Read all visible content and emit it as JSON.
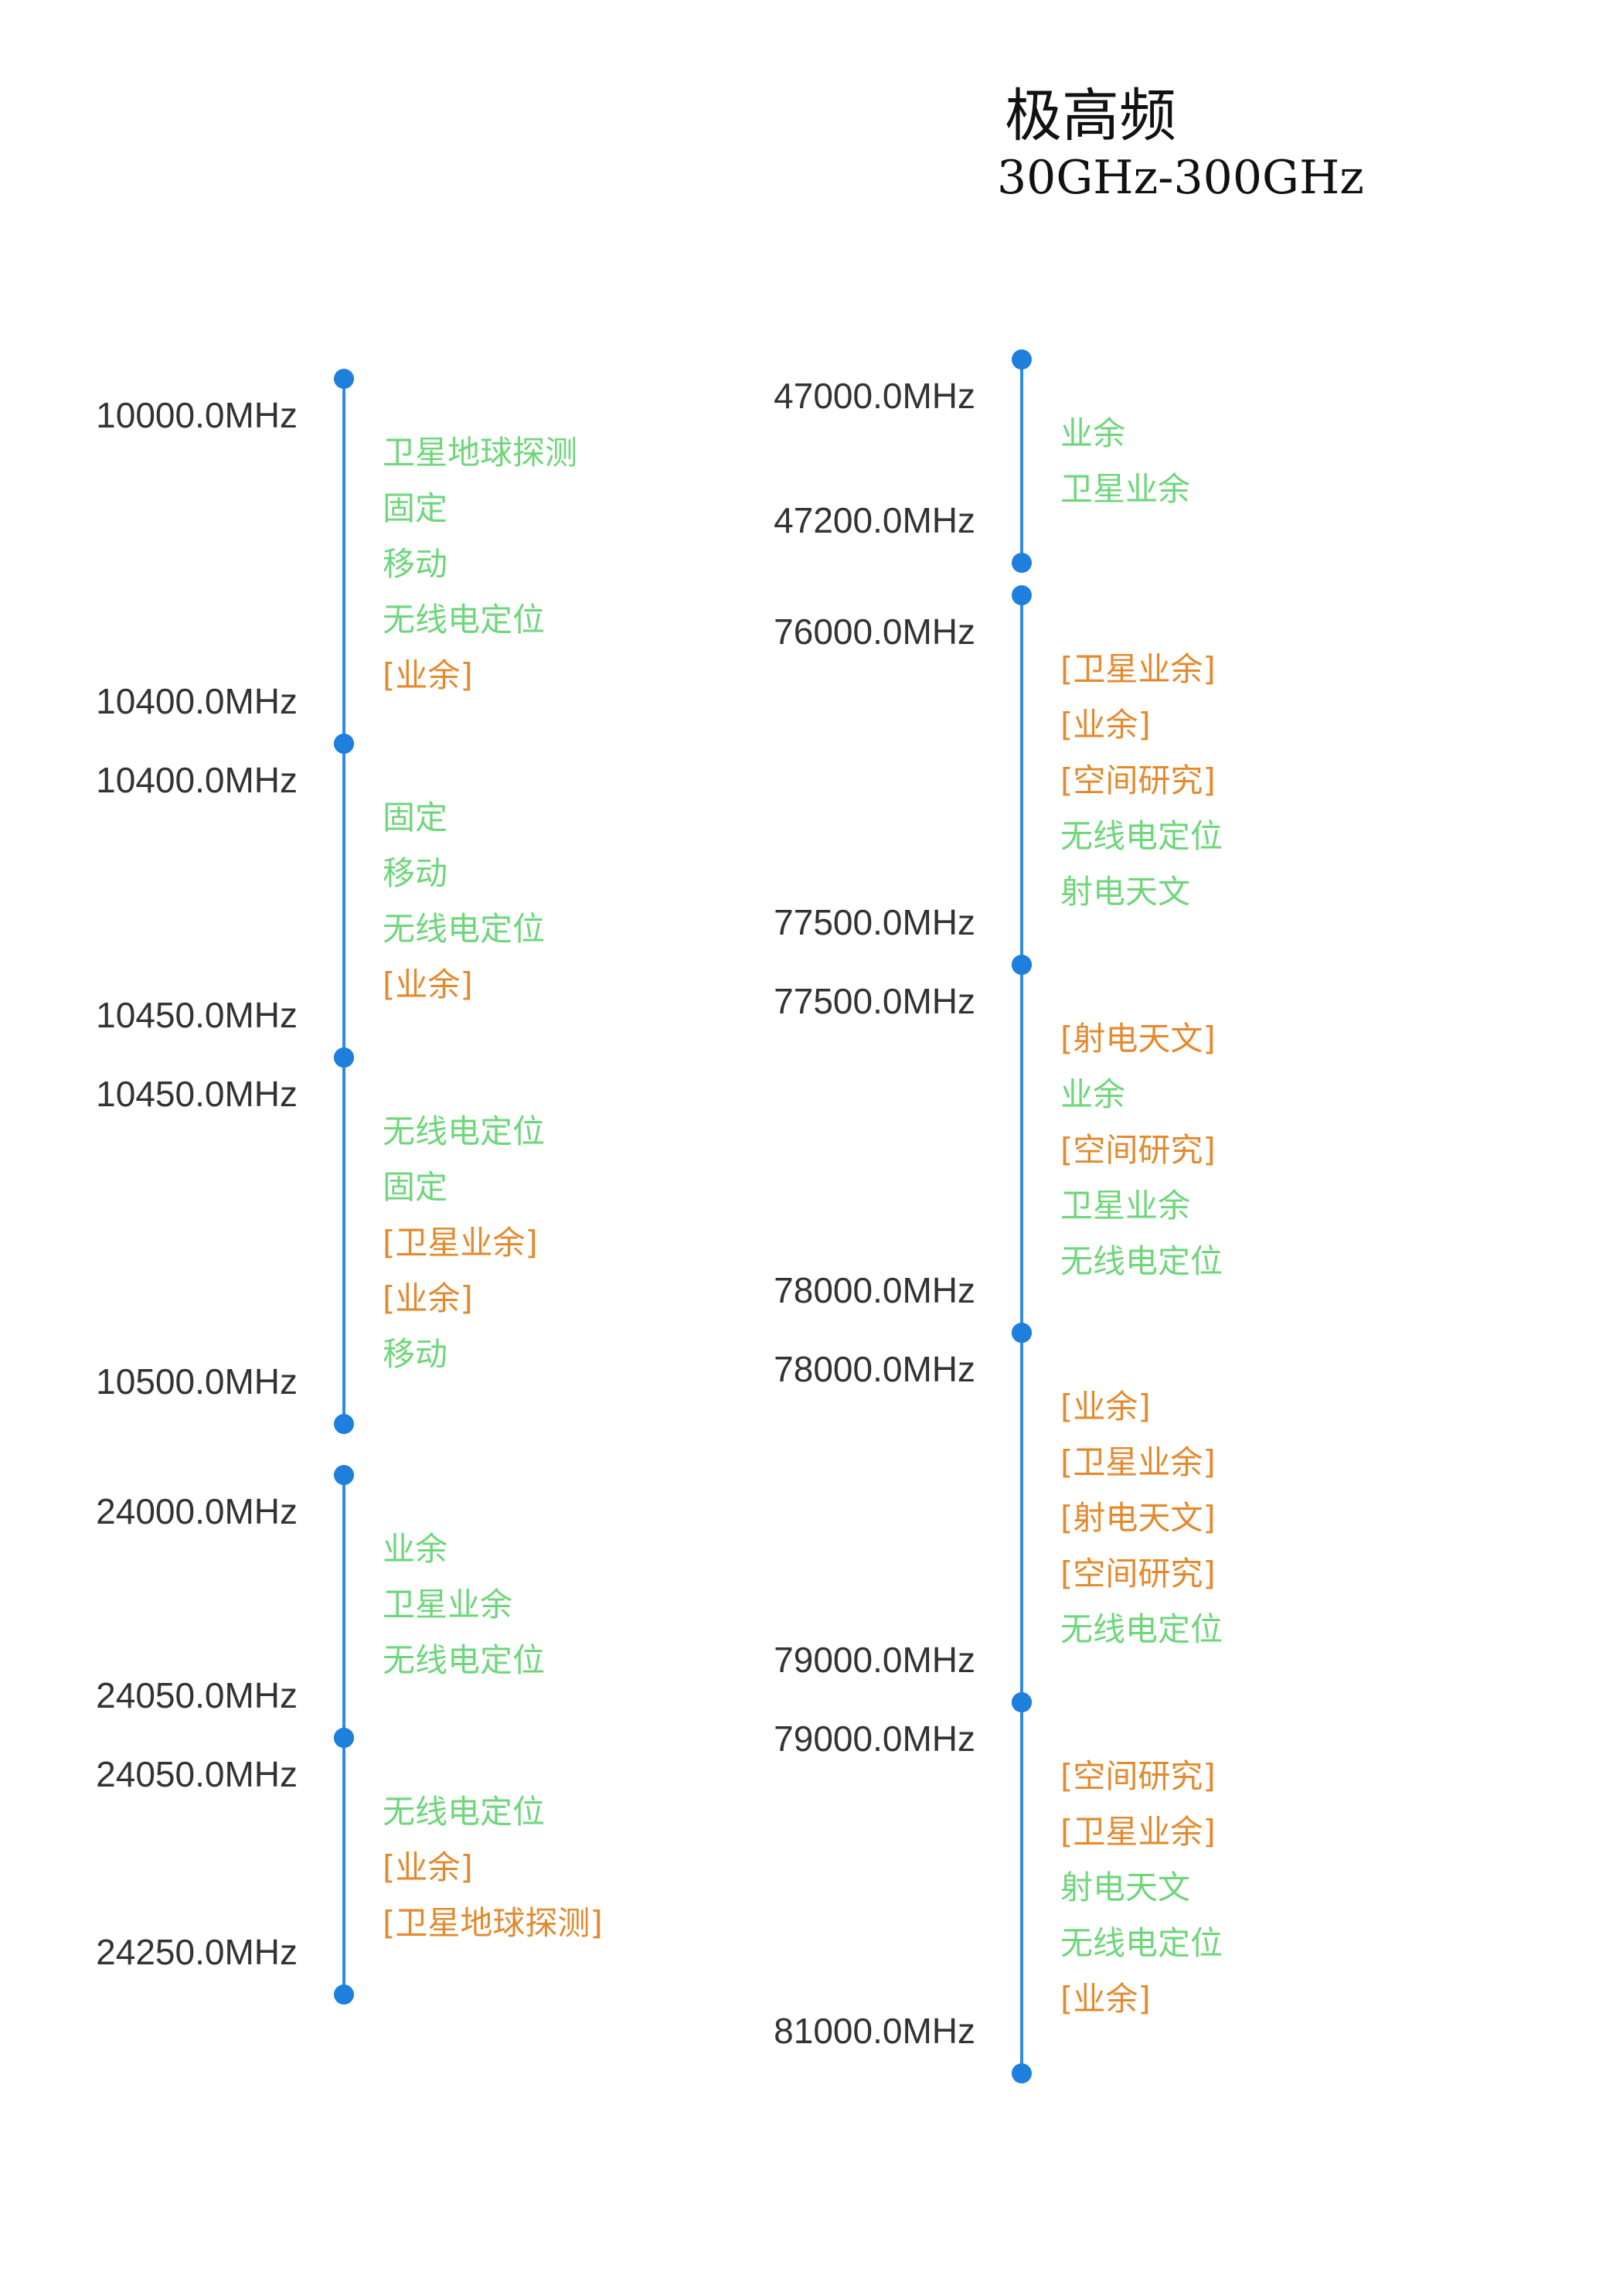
{
  "header": {
    "title": "极高频",
    "subtitle": "30GHz-300GHz"
  },
  "columns": [
    {
      "bands": [
        {
          "start": "10000.0MHz",
          "end": "10400.0MHz",
          "services": [
            {
              "text": "卫星地球探测",
              "type": "primary"
            },
            {
              "text": "固定",
              "type": "primary"
            },
            {
              "text": "移动",
              "type": "primary"
            },
            {
              "text": "无线电定位",
              "type": "primary"
            },
            {
              "text": "[业余]",
              "type": "secondary"
            }
          ]
        },
        {
          "start": "10400.0MHz",
          "end": "10450.0MHz",
          "services": [
            {
              "text": "固定",
              "type": "primary"
            },
            {
              "text": "移动",
              "type": "primary"
            },
            {
              "text": "无线电定位",
              "type": "primary"
            },
            {
              "text": "[业余]",
              "type": "secondary"
            }
          ]
        },
        {
          "start": "10450.0MHz",
          "end": "10500.0MHz",
          "services": [
            {
              "text": "无线电定位",
              "type": "primary"
            },
            {
              "text": "固定",
              "type": "primary"
            },
            {
              "text": "[卫星业余]",
              "type": "secondary"
            },
            {
              "text": "[业余]",
              "type": "secondary"
            },
            {
              "text": "移动",
              "type": "primary"
            }
          ]
        },
        {
          "start": "24000.0MHz",
          "end": "24050.0MHz",
          "services": [
            {
              "text": "业余",
              "type": "primary"
            },
            {
              "text": "卫星业余",
              "type": "primary"
            },
            {
              "text": "无线电定位",
              "type": "primary"
            }
          ]
        },
        {
          "start": "24050.0MHz",
          "end": "24250.0MHz",
          "services": [
            {
              "text": "无线电定位",
              "type": "primary"
            },
            {
              "text": "[业余]",
              "type": "secondary"
            },
            {
              "text": "[卫星地球探测]",
              "type": "secondary"
            }
          ]
        }
      ]
    },
    {
      "bands": [
        {
          "start": "47000.0MHz",
          "end": "47200.0MHz",
          "services": [
            {
              "text": "业余",
              "type": "primary"
            },
            {
              "text": "卫星业余",
              "type": "primary"
            }
          ]
        },
        {
          "start": "76000.0MHz",
          "end": "77500.0MHz",
          "services": [
            {
              "text": "[卫星业余]",
              "type": "secondary"
            },
            {
              "text": "[业余]",
              "type": "secondary"
            },
            {
              "text": "[空间研究]",
              "type": "secondary"
            },
            {
              "text": "无线电定位",
              "type": "primary"
            },
            {
              "text": "射电天文",
              "type": "primary"
            }
          ]
        },
        {
          "start": "77500.0MHz",
          "end": "78000.0MHz",
          "services": [
            {
              "text": "[射电天文]",
              "type": "secondary"
            },
            {
              "text": "业余",
              "type": "primary"
            },
            {
              "text": "[空间研究]",
              "type": "secondary"
            },
            {
              "text": "卫星业余",
              "type": "primary"
            },
            {
              "text": "无线电定位",
              "type": "primary"
            }
          ]
        },
        {
          "start": "78000.0MHz",
          "end": "79000.0MHz",
          "services": [
            {
              "text": "[业余]",
              "type": "secondary"
            },
            {
              "text": "[卫星业余]",
              "type": "secondary"
            },
            {
              "text": "[射电天文]",
              "type": "secondary"
            },
            {
              "text": "[空间研究]",
              "type": "secondary"
            },
            {
              "text": "无线电定位",
              "type": "primary"
            }
          ]
        },
        {
          "start": "79000.0MHz",
          "end": "81000.0MHz",
          "services": [
            {
              "text": "[空间研究]",
              "type": "secondary"
            },
            {
              "text": "[卫星业余]",
              "type": "secondary"
            },
            {
              "text": "射电天文",
              "type": "primary"
            },
            {
              "text": "无线电定位",
              "type": "primary"
            },
            {
              "text": "[业余]",
              "type": "secondary"
            }
          ]
        }
      ]
    }
  ]
}
